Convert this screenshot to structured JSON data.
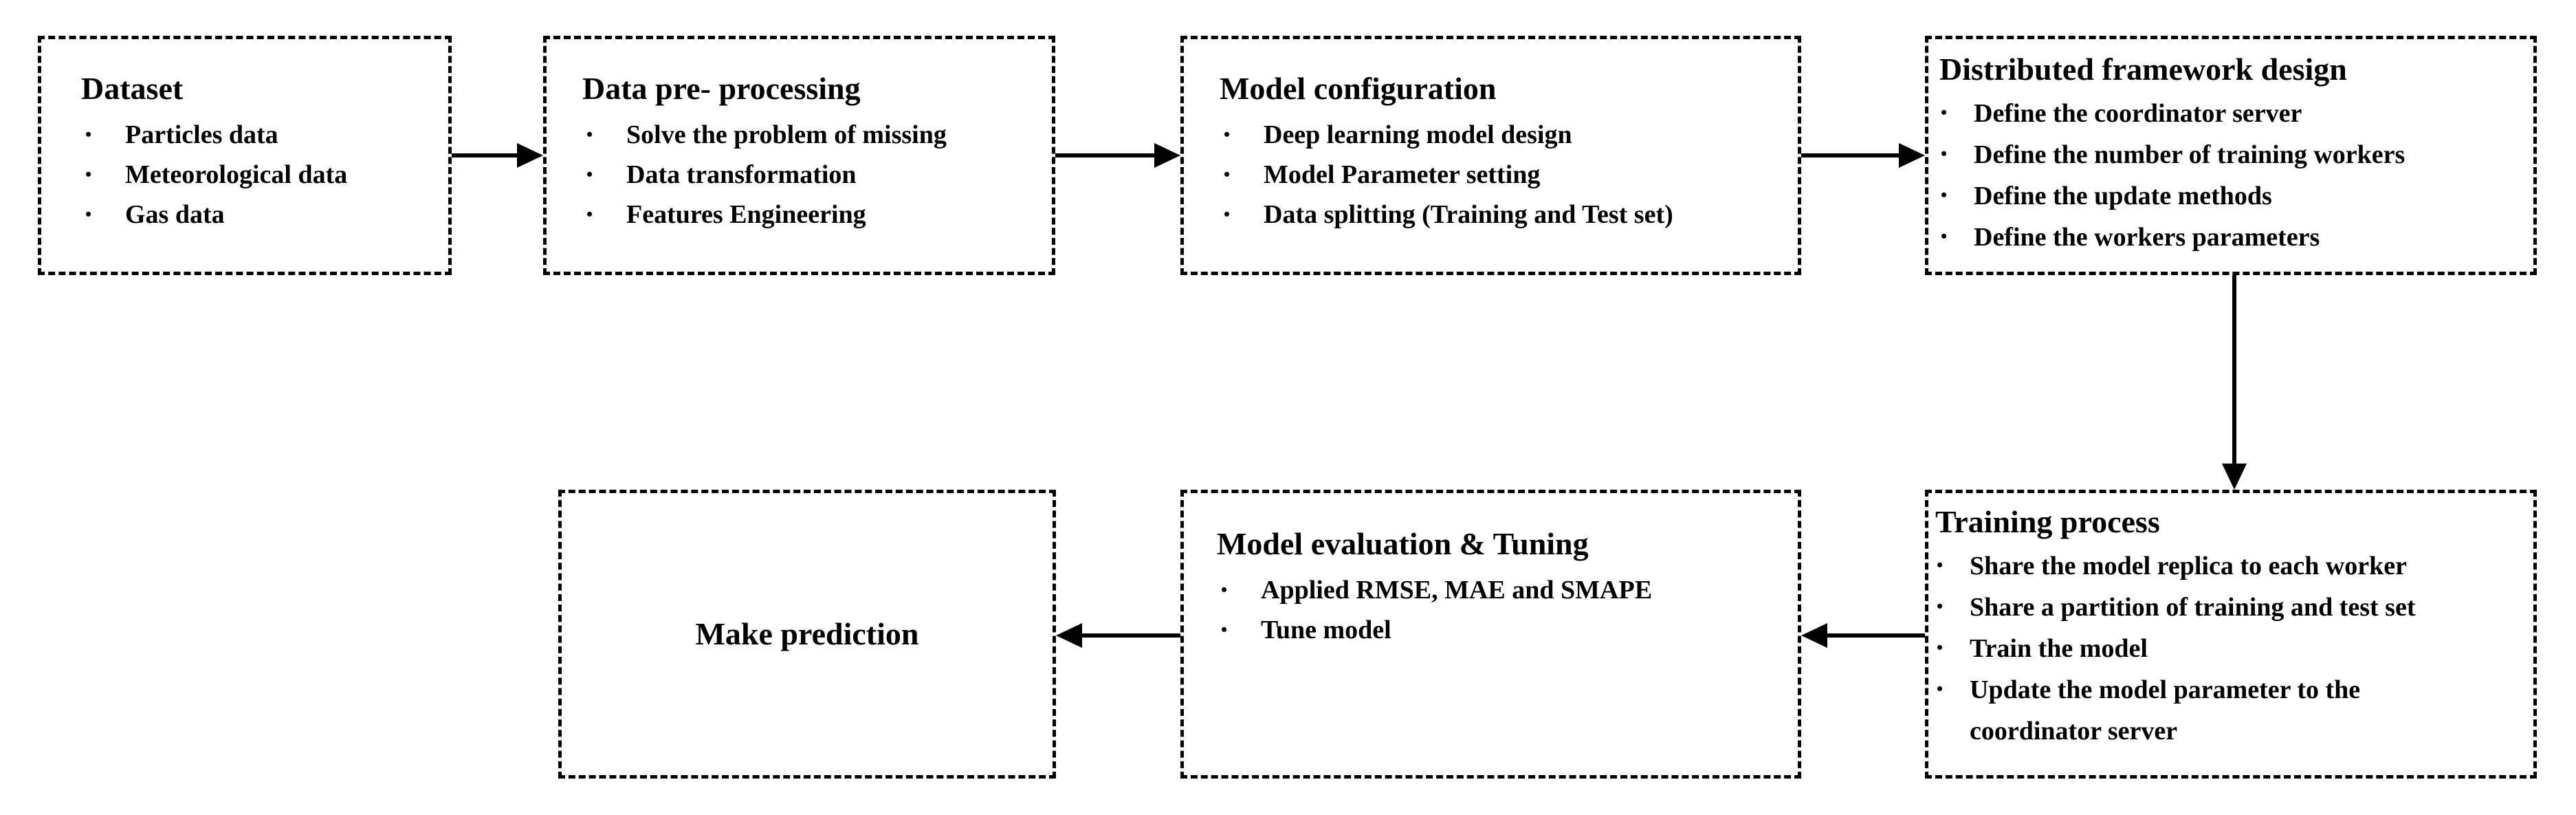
{
  "diagram": {
    "bullet_glyph": "•",
    "colors": {
      "border": "#000000",
      "text": "#000000",
      "background": "#ffffff"
    },
    "boxes": [
      {
        "title": "Dataset",
        "items": [
          "Particles data",
          "Meteorological data",
          "Gas data"
        ]
      },
      {
        "title": "Data pre- processing",
        "items": [
          "Solve the problem of missing",
          "Data transformation",
          "Features Engineering"
        ]
      },
      {
        "title": "Model configuration",
        "items": [
          "Deep learning model design",
          "Model Parameter setting",
          "Data splitting (Training  and Test set)"
        ]
      },
      {
        "title": "Distributed framework design",
        "items": [
          "Define the coordinator server",
          "Define the number of training workers",
          "Define the update methods",
          "Define the workers parameters"
        ]
      },
      {
        "title": "Training process",
        "items": [
          "Share the model replica to each worker",
          "Share a partition of training and test set",
          "Train the model",
          "Update the model parameter to the\ncoordinator server"
        ]
      },
      {
        "title": "Model evaluation & Tuning",
        "items": [
          "Applied RMSE, MAE and SMAPE",
          "Tune model"
        ]
      },
      {
        "title": "Make prediction",
        "items": []
      }
    ]
  }
}
